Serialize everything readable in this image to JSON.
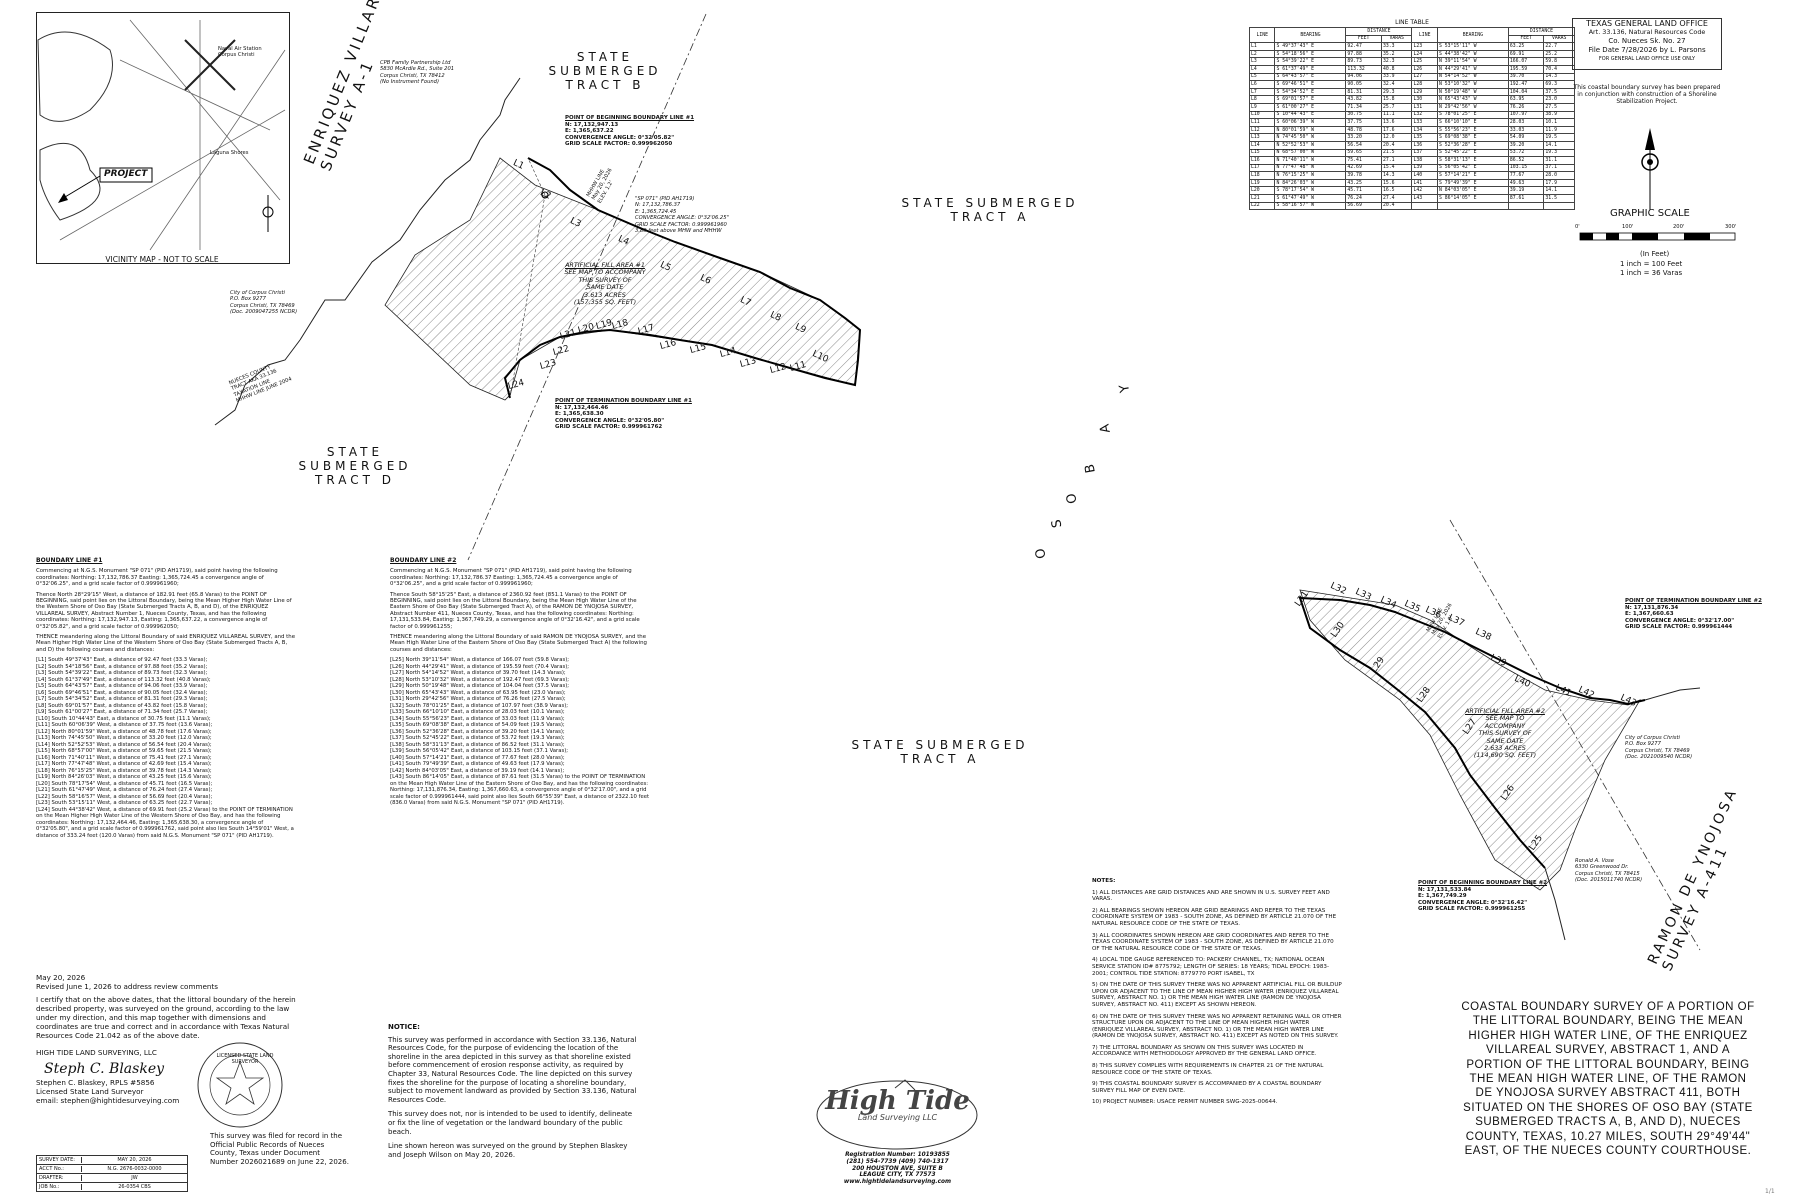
{
  "vicinity_map": {
    "caption": "VICINITY MAP - NOT TO SCALE",
    "project_label": "PROJECT",
    "road_labels": [
      "Naval Air Station Corpus Christi",
      "Laguna Shores"
    ]
  },
  "tracts": {
    "tract_b": [
      "STATE",
      "SUBMERGED",
      "TRACT B"
    ],
    "tract_a_top": [
      "STATE SUBMERGED",
      "TRACT A"
    ],
    "tract_d": [
      "STATE",
      "SUBMERGED",
      "TRACT D"
    ],
    "tract_a_mid": [
      "STATE SUBMERGED",
      "TRACT A"
    ],
    "oso_bay": [
      "O",
      "S",
      "O",
      "B",
      "A",
      "Y"
    ],
    "enriquez_survey": "ENRIQUEZ VILLAREAL SURVEY A-1",
    "ynojosa_survey": "RAMON DE YNOJOSA SURVEY A-411"
  },
  "owners": {
    "cpb": [
      "CPB Family Partnership Ltd",
      "5830 McArdle Rd., Suite 201",
      "Corpus Christi, TX 78412",
      "(No Instrument Found)"
    ],
    "city_top": [
      "City of Corpus Christi",
      "P.O. Box 9277",
      "Corpus Christi, TX 78469",
      "(Doc. 2009047255 NCDR)"
    ],
    "city_bottom": [
      "City of Corpus Christi",
      "P.O. Box 9277",
      "Corpus Christi, TX 78469",
      "(Doc. 2021009540 NCDR)"
    ],
    "vose": [
      "Ronald A. Vose",
      "6330 Greenwood Dr.",
      "Corpus Christi, TX 78415",
      "(Doc. 2015011740 NCDR)"
    ],
    "nueces_county": [
      "NUECES COUNTY",
      "TRACT AKA 33.136",
      "TAXATION LINE",
      "MHHW LINE JUNE 2004"
    ]
  },
  "points": {
    "pob1": {
      "title": "POINT OF BEGINNING BOUNDARY LINE #1",
      "lines": [
        "N: 17,132,947.13",
        "E: 1,365,637.22",
        "CONVERGENCE ANGLE: 0°32'05.82\"",
        "GRID SCALE FACTOR: 0.999962050"
      ]
    },
    "pot1": {
      "title": "POINT OF TERMINATION BOUNDARY LINE #1",
      "lines": [
        "N: 17,132,464.46",
        "E: 1,365,638.30",
        "CONVERGENCE ANGLE: 0°32'05.80\"",
        "GRID SCALE FACTOR: 0.999961762"
      ]
    },
    "pot2": {
      "title": "POINT OF TERMINATION BOUNDARY LINE #2",
      "lines": [
        "N: 17,131,876.34",
        "E: 1,367,660.63",
        "CONVERGENCE ANGLE: 0°32'17.00\"",
        "GRID SCALE FACTOR: 0.999961444"
      ]
    },
    "pob2": {
      "title": "POINT OF BEGINNING BOUNDARY LINE #2",
      "lines": [
        "N: 17,131,533.84",
        "E: 1,367,749.29",
        "CONVERGENCE ANGLE: 0°32'16.42\"",
        "GRID SCALE FACTOR: 0.999961255"
      ]
    },
    "sp071": [
      "\"SP 071\" (PID AH1719)",
      "N: 17,132,786.37",
      "E: 1,365,724.45",
      "CONVERGENCE ANGLE: 0°32'06.25\"",
      "GRID SCALE FACTOR: 0.999961960",
      "3.80 feet above MHW and MHHW"
    ]
  },
  "fill_areas": {
    "area1": [
      "ARTIFICIAL FILL AREA #1",
      "SEE MAP TO ACCOMPANY",
      "THIS SURVEY OF",
      "SAME DATE",
      "3.613 ACRES",
      "(157,355 SQ. FEET)"
    ],
    "area2": [
      "ARTIFICIAL FILL AREA #2",
      "SEE MAP TO",
      "ACCOMPANY",
      "THIS SURVEY OF",
      "SAME DATE",
      "2.633 ACRES",
      "(114,690 SQ. FEET)"
    ]
  },
  "line_labels_1": [
    "L1",
    "L2",
    "L3",
    "L4",
    "L5",
    "L6",
    "L7",
    "L8",
    "L9",
    "L10",
    "L11",
    "L12",
    "L13",
    "L14",
    "L15",
    "L16",
    "L17",
    "L18",
    "L19",
    "L20",
    "L21",
    "L22",
    "L23",
    "L24"
  ],
  "line_labels_2": [
    "L25",
    "L26",
    "L27",
    "L28",
    "L29",
    "L30",
    "L31",
    "L32",
    "L33",
    "L34",
    "L35",
    "L36",
    "L37",
    "L38",
    "L39",
    "L40",
    "L41",
    "L42",
    "L43"
  ],
  "line_table": {
    "caption": "LINE TABLE",
    "headers": [
      "LINE",
      "BEARING",
      "DISTANCE",
      "LINE",
      "BEARING",
      "DISTANCE"
    ],
    "subheaders": [
      "FEET",
      "VARAS"
    ],
    "rows": [
      [
        "L1",
        "S 49°37'43\" E",
        "92.47",
        "33.3",
        "L23",
        "S 53°15'11\" W",
        "63.25",
        "22.7"
      ],
      [
        "L2",
        "S 54°18'56\" E",
        "97.88",
        "35.2",
        "L24",
        "S 44°38'42\" W",
        "69.91",
        "25.2"
      ],
      [
        "L3",
        "S 54°39'22\" E",
        "89.73",
        "32.3",
        "L25",
        "N 39°11'54\" W",
        "166.07",
        "59.8"
      ],
      [
        "L4",
        "S 61°37'49\" E",
        "113.32",
        "40.8",
        "L26",
        "N 44°29'41\" W",
        "195.59",
        "70.4"
      ],
      [
        "L5",
        "S 64°43'57\" E",
        "94.06",
        "33.9",
        "L27",
        "N 54°14'52\" W",
        "39.70",
        "14.3"
      ],
      [
        "L6",
        "S 69°46'51\" E",
        "90.05",
        "32.4",
        "L28",
        "N 53°10'32\" W",
        "192.47",
        "69.3"
      ],
      [
        "L7",
        "S 54°34'52\" E",
        "81.31",
        "29.3",
        "L29",
        "N 50°19'48\" W",
        "104.04",
        "37.5"
      ],
      [
        "L8",
        "S 69°01'57\" E",
        "43.82",
        "15.8",
        "L30",
        "N 65°43'43\" W",
        "63.95",
        "23.0"
      ],
      [
        "L9",
        "S 61°00'27\" E",
        "71.34",
        "25.7",
        "L31",
        "N 29°42'56\" W",
        "76.26",
        "27.5"
      ],
      [
        "L10",
        "S 10°44'43\" E",
        "30.75",
        "11.1",
        "L32",
        "S 78°01'25\" E",
        "107.97",
        "38.9"
      ],
      [
        "L11",
        "S 60°06'39\" W",
        "37.75",
        "13.6",
        "L33",
        "S 66°10'10\" E",
        "28.03",
        "10.1"
      ],
      [
        "L12",
        "N 80°01'59\" W",
        "48.78",
        "17.6",
        "L34",
        "S 55°56'23\" E",
        "33.03",
        "11.9"
      ],
      [
        "L13",
        "N 74°45'50\" W",
        "33.20",
        "12.0",
        "L35",
        "S 69°08'38\" E",
        "54.09",
        "19.5"
      ],
      [
        "L14",
        "N 52°52'53\" W",
        "56.54",
        "20.4",
        "L36",
        "S 52°36'28\" E",
        "39.20",
        "14.1"
      ],
      [
        "L15",
        "N 68°57'00\" W",
        "59.65",
        "21.5",
        "L37",
        "S 52°45'22\" E",
        "53.72",
        "19.3"
      ],
      [
        "L16",
        "N 71°40'11\" W",
        "75.41",
        "27.1",
        "L38",
        "S 58°31'13\" E",
        "86.52",
        "31.1"
      ],
      [
        "L17",
        "N 77°47'48\" W",
        "42.69",
        "15.4",
        "L39",
        "S 56°05'42\" E",
        "103.15",
        "37.1"
      ],
      [
        "L18",
        "N 76°15'25\" W",
        "39.78",
        "14.3",
        "L40",
        "S 57°14'21\" E",
        "77.67",
        "28.0"
      ],
      [
        "L19",
        "N 84°26'03\" W",
        "43.25",
        "15.6",
        "L41",
        "S 79°49'39\" E",
        "49.63",
        "17.9"
      ],
      [
        "L20",
        "S 78°17'54\" W",
        "45.71",
        "16.5",
        "L42",
        "N 84°03'05\" E",
        "39.19",
        "14.1"
      ],
      [
        "L21",
        "S 61°47'49\" W",
        "76.24",
        "27.4",
        "L43",
        "S 86°14'05\" E",
        "87.61",
        "31.5"
      ],
      [
        "L22",
        "S 58°16'57\" W",
        "56.69",
        "20.4",
        "",
        "",
        "",
        ""
      ]
    ]
  },
  "glo_box": {
    "title": "TEXAS GENERAL LAND OFFICE",
    "subtitle": "Art. 33.136, Natural Resources Code",
    "co_line": "Co. Nueces  Sk. No. 27",
    "file_date": "File Date 7/28/2026 by L. Parsons",
    "office_use": "FOR GENERAL LAND OFFICE USE ONLY",
    "statement": "This coastal boundary survey has been prepared in conjunction with construction of a Shoreline Stabilization Project."
  },
  "scale": {
    "title": "GRAPHIC SCALE",
    "ticks": [
      "0'",
      "100'",
      "200'",
      "300'"
    ],
    "unit": "(In Feet)",
    "ratio1": "1 inch = 100 Feet",
    "ratio2": "1 inch = 36 Varas"
  },
  "boundary1": {
    "title": "BOUNDARY LINE #1",
    "intro": "Commencing at N.G.S. Monument \"SP 071\" (PID AH1719), said point having the following coordinates: Northing: 17,132,786.37 Easting: 1,365,724.45 a convergence angle of 0°32'06.25\", and a grid scale factor of 0.999961960;",
    "para2": "Thence North 28°29'15\" West, a distance of 182.91 feet (65.8 Varas) to the POINT OF BEGINNING, said point lies on the Littoral Boundary, being the Mean Higher High Water Line of the Western Shore of Oso Bay (State Submerged Tracts A, B, and D), of the ENRIQUEZ VILLAREAL SURVEY, Abstract Number 1, Nueces County, Texas, and has the following coordinates: Northing: 17,132,947.13, Easting: 1,365,637.22, a convergence angle of 0°32'05.82\", and a grid scale factor of 0.999962050;",
    "para3": "THENCE meandering along the Littoral Boundary of said ENRIQUEZ VILLAREAL SURVEY, and the Mean Higher High Water Line of the Western Shore of Oso Bay (State Submerged Tracts A, B, and D) the following courses and distances:",
    "courses": [
      "[L1] South 49°37'43\" East, a distance of 92.47 feet (33.3 Varas);",
      "[L2] South 54°18'56\" East, a distance of 97.88 feet (35.2 Varas);",
      "[L3] South 54°39'22\" East, a distance of 89.73 feet (32.3 Varas);",
      "[L4] South 61°37'49\" East, a distance of 113.32 feet (40.8 Varas);",
      "[L5] South 64°43'57\" East, a distance of 94.06 feet (33.9 Varas);",
      "[L6] South 69°46'51\" East, a distance of 90.05 feet (32.4 Varas);",
      "[L7] South 54°34'52\" East, a distance of 81.31 feet (29.3 Varas);",
      "[L8] South 69°01'57\" East, a distance of 43.82 feet (15.8 Varas);",
      "[L9] South 61°00'27\" East, a distance of 71.34 feet (25.7 Varas);",
      "[L10] South 10°44'43\" East, a distance of 30.75 feet (11.1 Varas);",
      "[L11] South 60°06'39\" West, a distance of 37.75 feet (13.6 Varas);",
      "[L12] North 80°01'59\" West, a distance of 48.78 feet (17.6 Varas);",
      "[L13] North 74°45'50\" West, a distance of 33.20 feet (12.0 Varas);",
      "[L14] North 52°52'53\" West, a distance of 56.54 feet (20.4 Varas);",
      "[L15] North 68°57'00\" West, a distance of 59.65 feet (21.5 Varas);",
      "[L16] North 71°40'11\" West, a distance of 75.41 feet (27.1 Varas);",
      "[L17] North 77°47'48\" West, a distance of 42.69 feet (15.4 Varas);",
      "[L18] North 76°15'25\" West, a distance of 39.78 feet (14.3 Varas);",
      "[L19] North 84°26'03\" West, a distance of 43.25 feet (15.6 Varas);",
      "[L20] South 78°17'54\" West, a distance of 45.71 feet (16.5 Varas);",
      "[L21] South 61°47'49\" West, a distance of 76.24 feet (27.4 Varas);",
      "[L22] South 58°16'57\" West, a distance of 56.69 feet (20.4 Varas);",
      "[L23] South 53°15'11\" West, a distance of 63.25 feet (22.7 Varas);",
      "[L24] South 44°38'42\" West, a distance of 69.91 feet (25.2 Varas) to the POINT OF TERMINATION on the Mean Higher High Water Line of the Western Shore of Oso Bay, and has the following coordinates: Northing: 17,132,464.46, Easting: 1,365,638.30, a convergence angle of 0°32'05.80\", and a grid scale factor of 0.999961762, said point also lies South 14°59'01\" West, a distance of 333.24 feet (120.0 Varas) from said N.G.S. Monument \"SP 071\" (PID AH1719)."
    ]
  },
  "boundary2": {
    "title": "BOUNDARY LINE #2",
    "intro": "Commencing at N.G.S. Monument \"SP 071\" (PID AH1719), said point having the following coordinates: Northing: 17,132,786.37 Easting: 1,365,724.45 a convergence angle of 0°32'06.25\", and a grid scale factor of 0.999961960;",
    "para2": "Thence South 58°15'25\" East, a distance of 2360.92 feet (851.1 Varas) to the POINT OF BEGINNING, said point lies on the Littoral Boundary, being the Mean High Water Line of the Eastern Shore of Oso Bay (State Submerged Tract A), of the RAMON DE YNOJOSA SURVEY, Abstract Number 411, Nueces County, Texas, and has the following coordinates: Northing: 17,131,533.84, Easting: 1,367,749.29, a convergence angle of 0°32'16.42\", and a grid scale factor of 0.999961255;",
    "para3": "THENCE meandering along the Littoral Boundary of said RAMON DE YNOJOSA SURVEY, and the Mean High Water Line of the Eastern Shore of Oso Bay (State Submerged Tract A) the following courses and distances:",
    "courses": [
      "[L25] North 39°11'54\" West, a distance of 166.07 feet (59.8 Varas);",
      "[L26] North 44°29'41\" West, a distance of 195.59 feet (70.4 Varas);",
      "[L27] North 54°14'52\" West, a distance of 39.70 feet (14.3 Varas);",
      "[L28] North 53°10'32\" West, a distance of 192.47 feet (69.3 Varas);",
      "[L29] North 50°19'48\" West, a distance of 104.04 feet (37.5 Varas);",
      "[L30] North 65°43'43\" West, a distance of 63.95 feet (23.0 Varas);",
      "[L31] North 29°42'56\" West, a distance of 76.26 feet (27.5 Varas);",
      "[L32] South 78°01'25\" East, a distance of 107.97 feet (38.9 Varas);",
      "[L33] South 66°10'10\" East, a distance of 28.03 feet (10.1 Varas);",
      "[L34] South 55°56'23\" East, a distance of 33.03 feet (11.9 Varas);",
      "[L35] South 69°08'38\" East, a distance of 54.09 feet (19.5 Varas);",
      "[L36] South 52°36'28\" East, a distance of 39.20 feet (14.1 Varas);",
      "[L37] South 52°45'22\" East, a distance of 53.72 feet (19.3 Varas);",
      "[L38] South 58°31'13\" East, a distance of 86.52 feet (31.1 Varas);",
      "[L39] South 56°05'42\" East, a distance of 103.15 feet (37.1 Varas);",
      "[L40] South 57°14'21\" East, a distance of 77.67 feet (28.0 Varas);",
      "[L41] South 79°49'39\" East, a distance of 49.63 feet (17.9 Varas);",
      "[L42] North 84°03'05\" East, a distance of 39.19 feet (14.1 Varas);",
      "[L43] South 86°14'05\" East, a distance of 87.61 feet (31.5 Varas) to the POINT OF TERMINATION on the Mean High Water Line of the Eastern Shore of Oso Bay, and has the following coordinates: Northing: 17,131,876.34, Easting: 1,367,660.63, a convergence angle of 0°32'17.00\", and a grid scale factor of 0.999961444, said point also lies South 66°55'39\" East, a distance of 2322.10 feet (836.0 Varas) from said N.G.S. Monument \"SP 071\" (PID AH1719)."
    ]
  },
  "certification": {
    "date": "May 20, 2026",
    "revised": "Revised June 1, 2026 to address review comments",
    "text": "I certify that on the above dates, that the littoral boundary of the herein described property, was surveyed on the ground, according to the law under my direction, and this map together with dimensions and coordinates are true and correct and in accordance with Texas Natural Resources Code 21.042 as of the above date.",
    "company": "HIGH TIDE LAND SURVEYING, LLC",
    "signature": "Steph C. Blaskey",
    "name": "Stephen C. Blaskey, RPLS #5856",
    "role": "Licensed State Land Surveyor",
    "email": "email: stephen@hightidesurveying.com",
    "seal_text": "LICENSED STATE LAND SURVEYOR",
    "record_text": "This survey was filed for record in the Official Public Records of Nueces County, Texas under Document Number 2026021689 on June 22, 2026.",
    "info_rows": [
      [
        "SURVEY DATE:",
        "MAY 20, 2026"
      ],
      [
        "ACCT No.:",
        "N.G. 2676-0032-0000"
      ],
      [
        "DRAFTER:",
        "JW"
      ],
      [
        "JOB No.:",
        "26-0354 CBS"
      ]
    ]
  },
  "notice": {
    "title": "NOTICE:",
    "p1": "This survey was performed in accordance with Section 33.136, Natural Resources Code, for the purpose of evidencing the location of the shoreline in the area depicted in this survey as that shoreline existed before commencement of erosion response activity, as required by Chapter 33, Natural Resources Code. The line depicted on this survey fixes the shoreline for the purpose of locating a shoreline boundary, subject to movement landward as provided by Section 33.136, Natural Resources Code.",
    "p2": "This survey does not, nor is intended to be used to identify, delineate or fix the line of vegetation or the landward boundary of the public beach.",
    "p3": "Line shown hereon was surveyed on the ground by Stephen Blaskey and Joseph Wilson on May 20, 2026."
  },
  "logo": {
    "name": "High Tide",
    "sub": "Land Surveying LLC",
    "lines": [
      "Registration Number: 10193855",
      "(281) 554-7739  (409) 740-1317",
      "200 HOUSTON AVE, SUITE B",
      "LEAGUE CITY, TX 77573",
      "www.hightidelandsurveying.com"
    ]
  },
  "notes": {
    "title": "NOTES:",
    "items": [
      "1) ALL DISTANCES ARE GRID DISTANCES AND ARE SHOWN IN U.S. SURVEY FEET AND VARAS.",
      "2) ALL BEARINGS SHOWN HEREON ARE GRID BEARINGS AND REFER TO THE TEXAS COORDINATE SYSTEM OF 1983 - SOUTH ZONE, AS DEFINED BY ARTICLE 21.070 OF THE NATURAL RESOURCE CODE OF THE STATE OF TEXAS.",
      "3) ALL COORDINATES SHOWN HEREON ARE GRID COORDINATES AND REFER TO THE TEXAS COORDINATE SYSTEM OF 1983 - SOUTH ZONE, AS DEFINED BY ARTICLE 21.070 OF THE NATURAL RESOURCE CODE OF THE STATE OF TEXAS.",
      "4) LOCAL TIDE GAUGE REFERENCED TO: PACKERY CHANNEL, TX; NATIONAL OCEAN SERVICE STATION ID# 8775792; LENGTH OF SERIES: 18 YEARS; TIDAL EPOCH: 1983-2001; CONTROL TIDE STATION: 8779770 PORT ISABEL, TX",
      "5) ON THE DATE OF THIS SURVEY THERE WAS NO APPARENT ARTIFICIAL FILL OR BUILDUP UPON OR ADJACENT TO THE LINE OF MEAN HIGHER HIGH WATER (ENRIQUEZ VILLAREAL SURVEY, ABSTRACT NO. 1) OR THE MEAN HIGH WATER LINE (RAMON DE YNOJOSA SURVEY, ABSTRACT NO. 411) EXCEPT AS SHOWN HEREON.",
      "6) ON THE DATE OF THIS SURVEY THERE WAS NO APPARENT RETAINING WALL OR OTHER STRUCTURE UPON OR ADJACENT TO THE LINE OF MEAN HIGHER HIGH WATER (ENRIQUEZ VILLAREAL SURVEY, ABSTRACT NO. 1) OR THE MEAN HIGH WATER LINE (RAMON DE YNOJOSA SURVEY, ABSTRACT NO. 411) EXCEPT AS NOTED ON THIS SURVEY.",
      "7) THE LITTORAL BOUNDARY AS SHOWN ON THIS SURVEY WAS LOCATED IN ACCORDANCE WITH METHODOLOGY APPROVED BY THE GENERAL LAND OFFICE.",
      "8) THIS SURVEY COMPLIES WITH REQUIREMENTS IN CHAPTER 21 OF THE NATURAL RESOURCE CODE OF THE STATE OF TEXAS.",
      "9) THIS COASTAL BOUNDARY SURVEY IS ACCOMPANIED BY A COASTAL BOUNDARY SURVEY FILL MAP OF EVEN DATE.",
      "10) PROJECT NUMBER: USACE PERMIT NUMBER SWG-2025-00644."
    ]
  },
  "title_block": "COASTAL BOUNDARY SURVEY OF A PORTION OF THE LITTORAL BOUNDARY, BEING THE MEAN HIGHER HIGH WATER LINE, OF THE ENRIQUEZ VILLAREAL SURVEY, ABSTRACT 1, AND A PORTION OF THE LITTORAL BOUNDARY, BEING THE MEAN HIGH WATER LINE, OF THE RAMON DE YNOJOSA SURVEY ABSTRACT 411, BOTH SITUATED ON THE SHORES OF OSO BAY (STATE SUBMERGED TRACTS A, B, AND D), NUECES COUNTY, TEXAS, 10.27 MILES, SOUTH 29°49'44\" EAST, OF THE NUECES COUNTY COURTHOUSE.",
  "mhhw_labels": [
    "MHHW LINE",
    "May 20, 2026",
    "ELEV. 1.2'"
  ],
  "mhw_labels": [
    "MHW LINE",
    "May 20, 2026",
    "ELEV. 1.0'"
  ],
  "page_mark": "1/1"
}
